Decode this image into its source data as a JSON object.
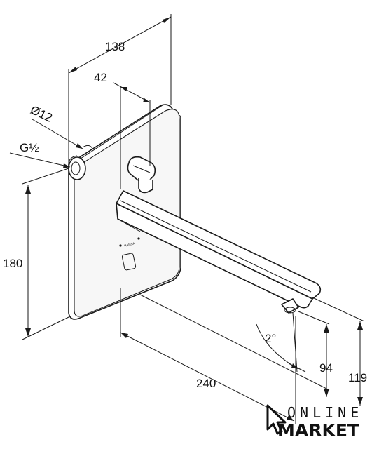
{
  "dimensions": {
    "width_138": "138",
    "depth_42": "42",
    "diameter": "Ø12",
    "thread": "G½",
    "height_180": "180",
    "length_240": "240",
    "angle": "2°",
    "height_94": "94",
    "height_119": "119"
  },
  "panel_marks": {
    "brand": "HANSA"
  },
  "watermark": {
    "line1": "ONLINE",
    "line2": "MARKET"
  }
}
